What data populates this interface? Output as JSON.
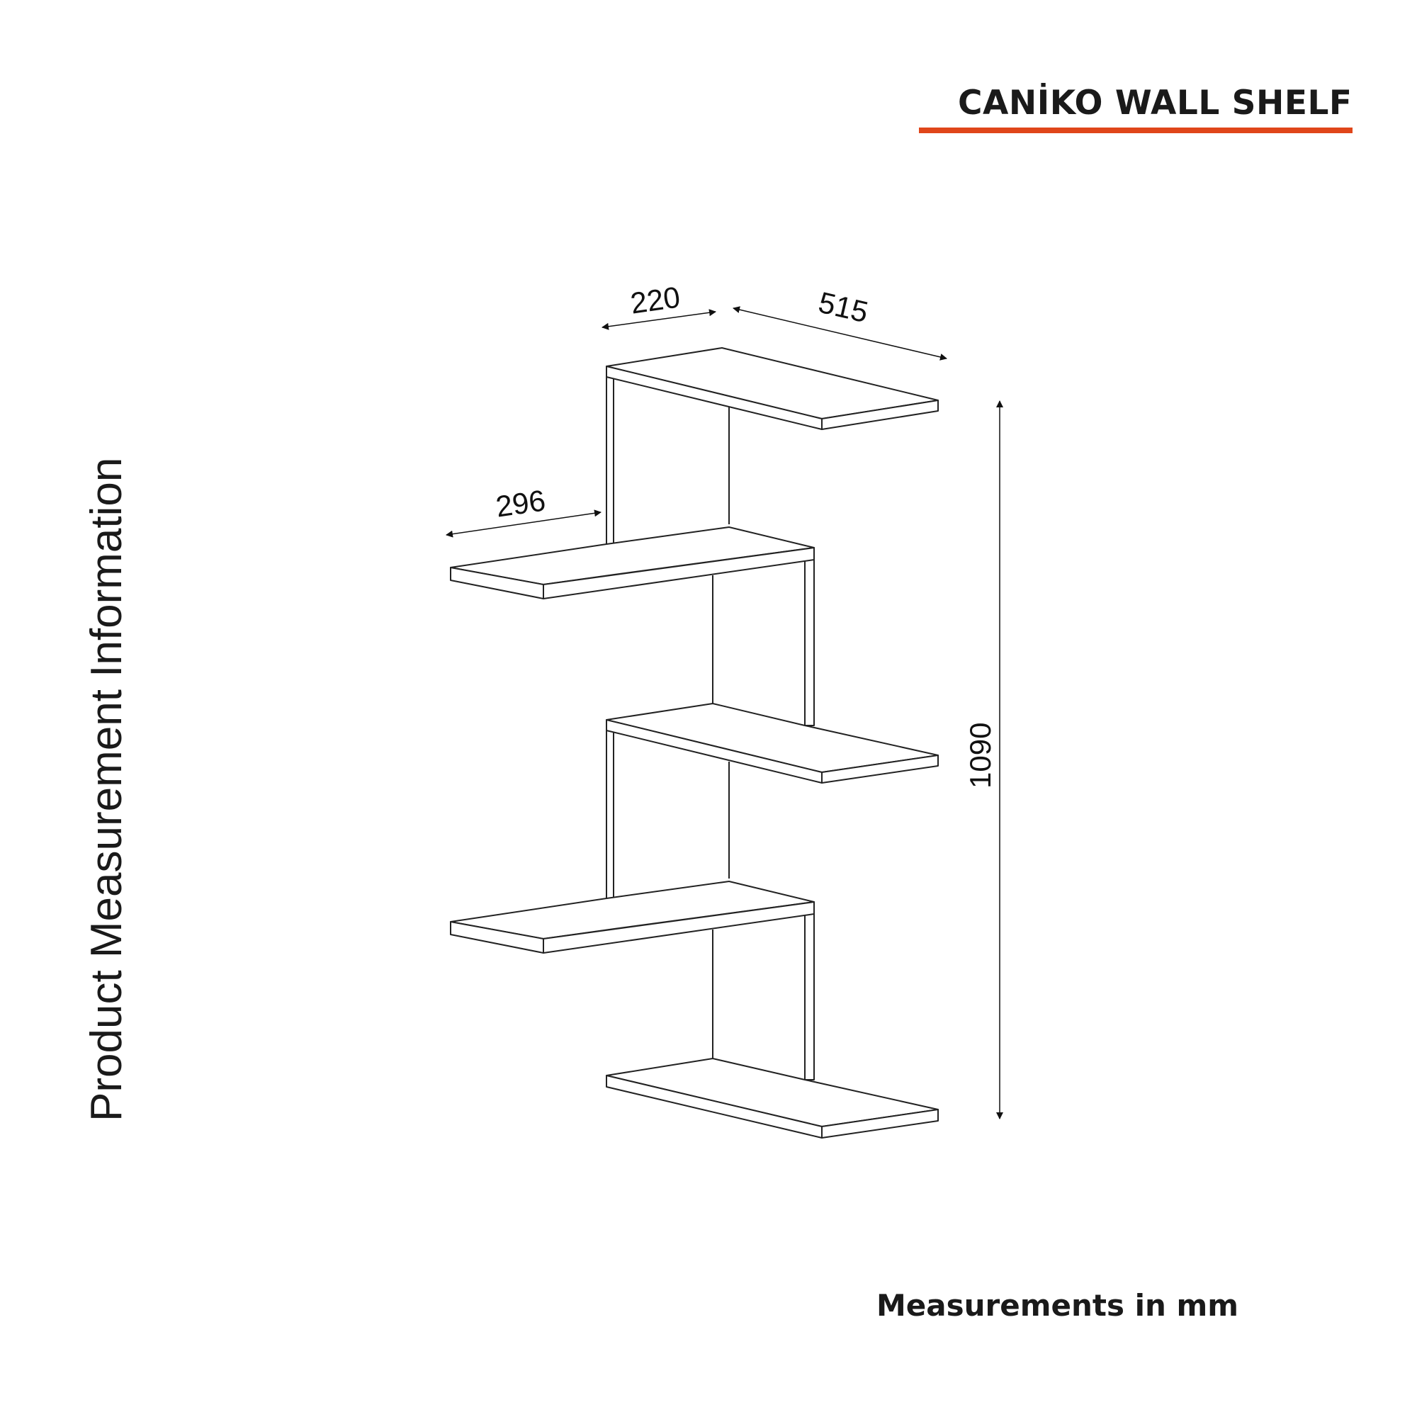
{
  "header": {
    "title": "CANİKO WALL SHELF",
    "accent_color": "#e0461a"
  },
  "side_label": "Product Measurement Information",
  "footer": {
    "note": "Measurements in mm"
  },
  "drawing": {
    "type": "isometric line drawing",
    "subject": "zig-zag wall shelf with 5 shelves",
    "shelf_count": 5,
    "dimensions": {
      "depth": "220",
      "length": "515",
      "side_overhang": "296",
      "height": "1090"
    },
    "units": "mm"
  }
}
